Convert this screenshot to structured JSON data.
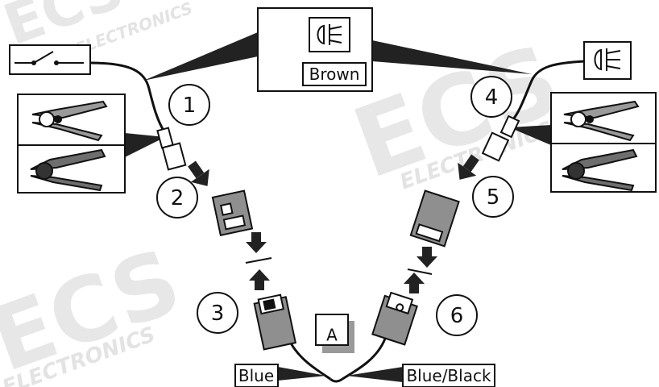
{
  "labels": {
    "brown": "Brown",
    "blue": "Blue",
    "blue_black": "Blue/Black",
    "point_a": "A"
  },
  "steps": [
    "1",
    "2",
    "3",
    "4",
    "5",
    "6"
  ],
  "watermark": {
    "logo": "ECS",
    "text": "ELECTRONICS"
  },
  "icons": [
    "switch-icon",
    "fog-light-icon",
    "crimping-pliers-icon",
    "connector-housing-icon",
    "terminal-icon",
    "arrow-down-icon"
  ],
  "colors": {
    "line": "#111111",
    "watermark": "#e6e6e6",
    "part_fill": "#8f8f8f",
    "callout_fill": "#222222"
  }
}
